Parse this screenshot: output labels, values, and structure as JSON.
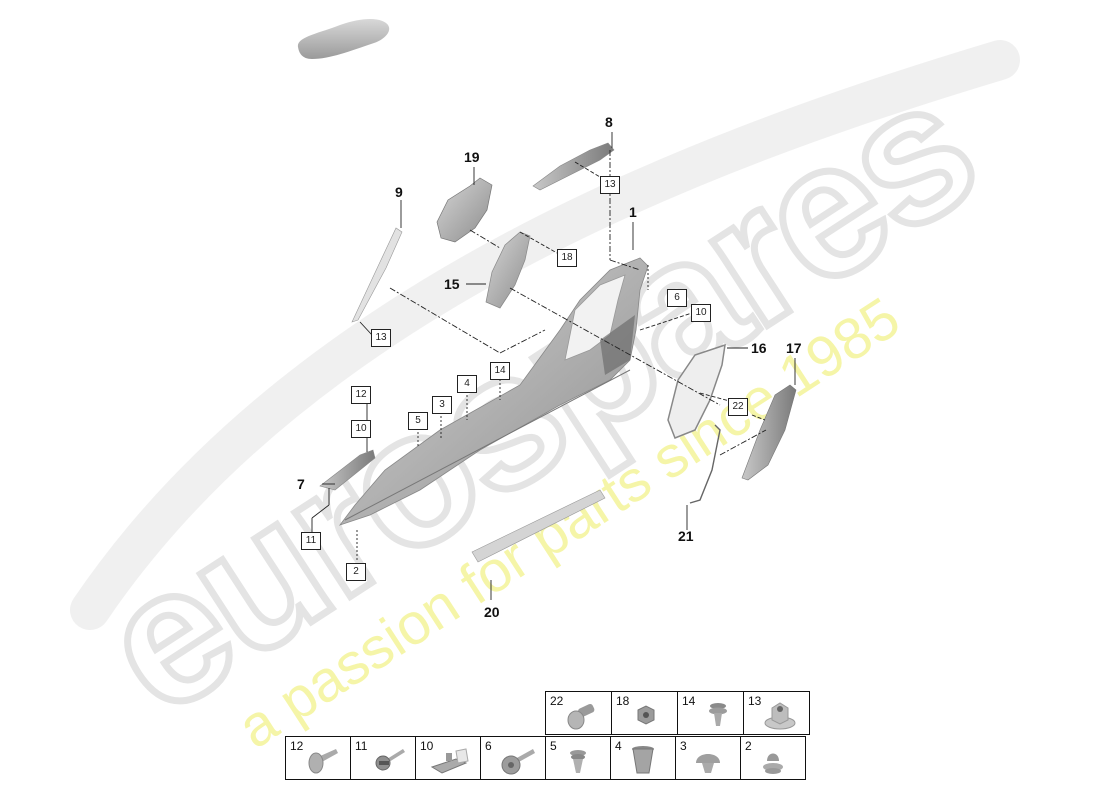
{
  "diagram": {
    "type": "exploded-parts-diagram",
    "subject": "side sill / body side trim panel assembly",
    "watermark": {
      "brand": "eurospares",
      "tagline": "a passion for parts since 1985",
      "brand_color": "#e6e6e6",
      "tagline_color": "#f2f28a"
    },
    "callouts": [
      {
        "id": "1",
        "label": "1",
        "boxed": false
      },
      {
        "id": "2",
        "label": "2",
        "boxed": true
      },
      {
        "id": "3",
        "label": "3",
        "boxed": true
      },
      {
        "id": "4",
        "label": "4",
        "boxed": true
      },
      {
        "id": "5",
        "label": "5",
        "boxed": true
      },
      {
        "id": "6",
        "label": "6",
        "boxed": true
      },
      {
        "id": "7",
        "label": "7",
        "boxed": false
      },
      {
        "id": "8",
        "label": "8",
        "boxed": false
      },
      {
        "id": "9",
        "label": "9",
        "boxed": false
      },
      {
        "id": "10a",
        "label": "10",
        "boxed": true
      },
      {
        "id": "10b",
        "label": "10",
        "boxed": true
      },
      {
        "id": "11",
        "label": "11",
        "boxed": true
      },
      {
        "id": "12",
        "label": "12",
        "boxed": true
      },
      {
        "id": "13a",
        "label": "13",
        "boxed": true
      },
      {
        "id": "13b",
        "label": "13",
        "boxed": true
      },
      {
        "id": "14",
        "label": "14",
        "boxed": true
      },
      {
        "id": "15",
        "label": "15",
        "boxed": false
      },
      {
        "id": "16",
        "label": "16",
        "boxed": false
      },
      {
        "id": "17",
        "label": "17",
        "boxed": false
      },
      {
        "id": "18",
        "label": "18",
        "boxed": true
      },
      {
        "id": "19",
        "label": "19",
        "boxed": false
      },
      {
        "id": "20",
        "label": "20",
        "boxed": false
      },
      {
        "id": "21",
        "label": "21",
        "boxed": false
      },
      {
        "id": "22",
        "label": "22",
        "boxed": true
      }
    ]
  },
  "labels": {
    "c1": "1",
    "c2": "2",
    "c3": "3",
    "c4": "4",
    "c5": "5",
    "c6": "6",
    "c7": "7",
    "c8": "8",
    "c9": "9",
    "c10a": "10",
    "c10b": "10",
    "c11": "11",
    "c12": "12",
    "c13a": "13",
    "c13b": "13",
    "c14": "14",
    "c15": "15",
    "c16": "16",
    "c17": "17",
    "c18": "18",
    "c19": "19",
    "c20": "20",
    "c21": "21",
    "c22": "22"
  },
  "legend": {
    "top_row": [
      {
        "number": "22",
        "icon": "bolt-icon"
      },
      {
        "number": "18",
        "icon": "hex-nut-icon"
      },
      {
        "number": "14",
        "icon": "push-clip-icon"
      },
      {
        "number": "13",
        "icon": "flange-nut-icon"
      }
    ],
    "bottom_row": [
      {
        "number": "12",
        "icon": "screw-icon"
      },
      {
        "number": "11",
        "icon": "expansion-rivet-icon"
      },
      {
        "number": "10",
        "icon": "spring-nut-icon"
      },
      {
        "number": "6",
        "icon": "washer-screw-icon"
      },
      {
        "number": "5",
        "icon": "tree-clip-icon"
      },
      {
        "number": "4",
        "icon": "grommet-icon"
      },
      {
        "number": "3",
        "icon": "cap-clip-icon"
      },
      {
        "number": "2",
        "icon": "fir-tree-clip-icon"
      }
    ]
  }
}
